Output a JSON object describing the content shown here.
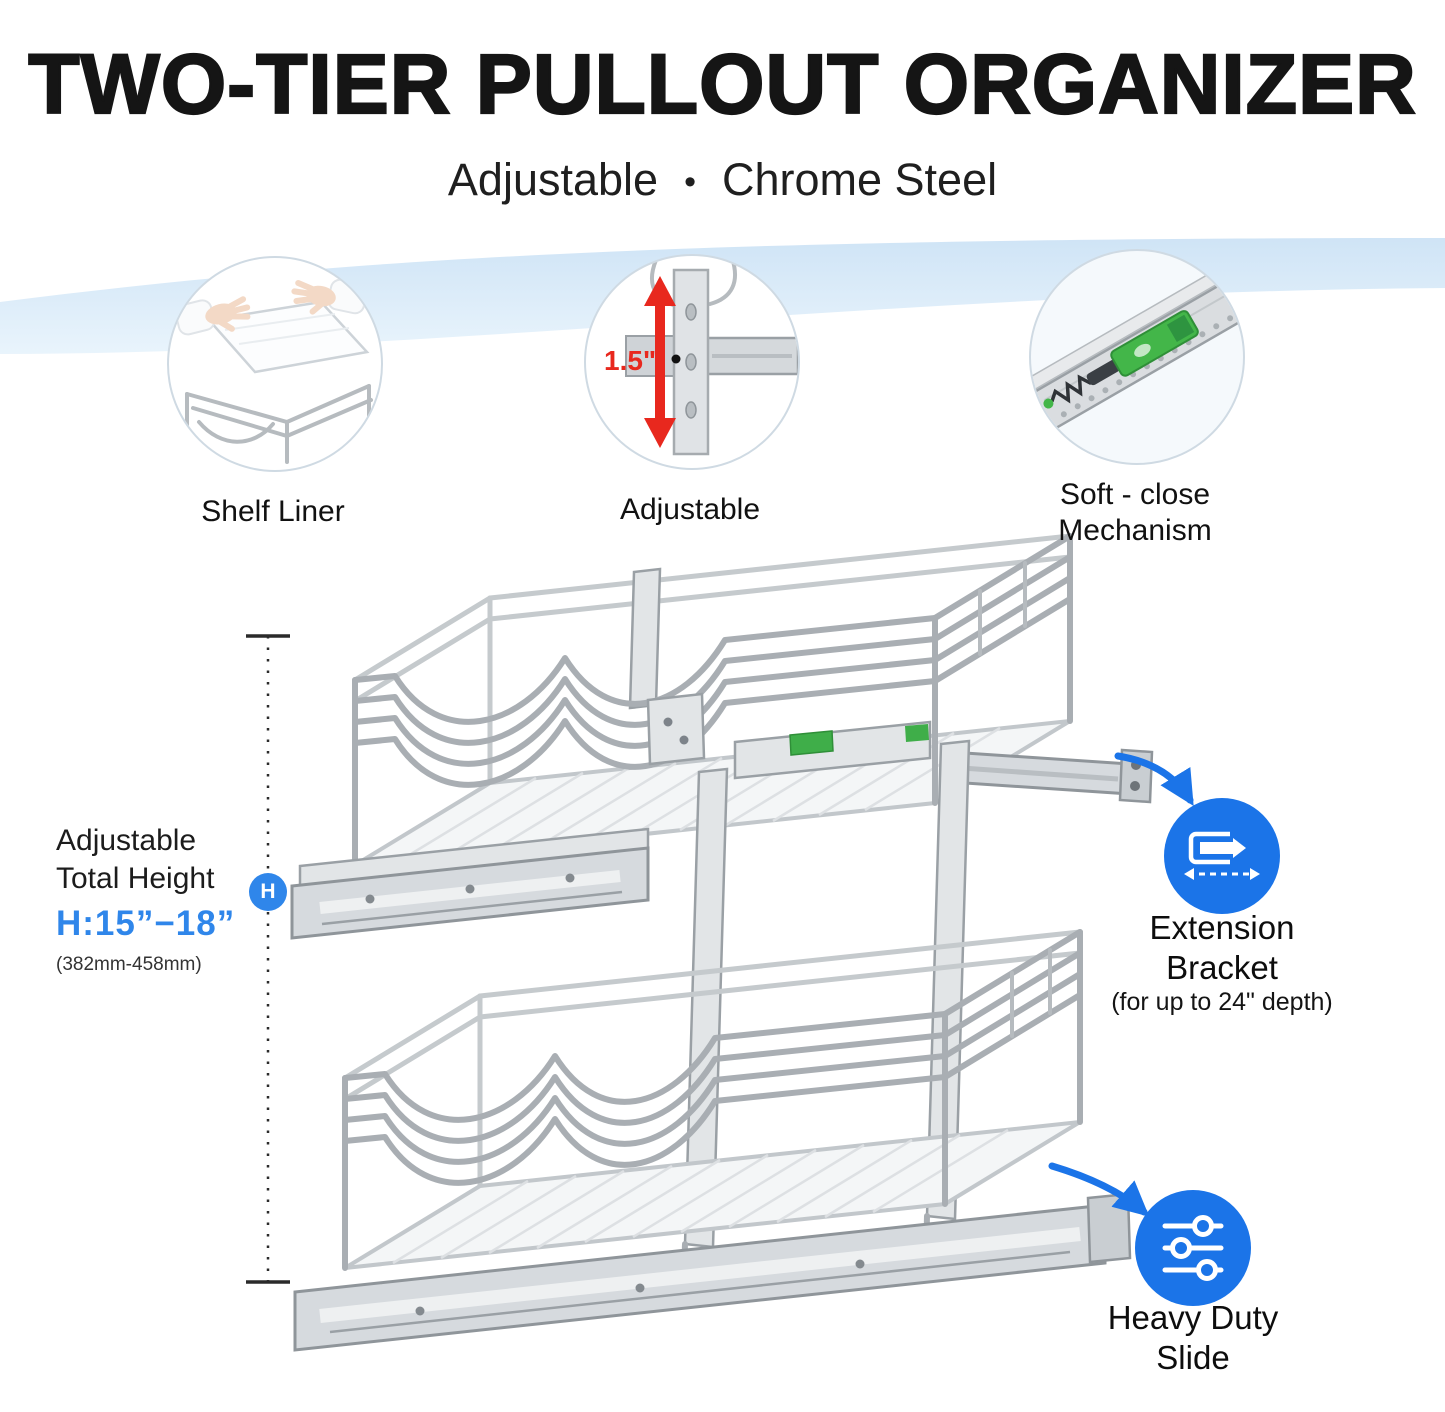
{
  "header": {
    "title": "TWO-TIER PULLOUT ORGANIZER",
    "subtitle": {
      "left": "Adjustable",
      "separator": "•",
      "right": "Chrome Steel"
    }
  },
  "features": [
    {
      "name": "shelf-liner",
      "label": "Shelf Liner",
      "icon": "hands-placing-liner-icon"
    },
    {
      "name": "adjustable",
      "label": "Adjustable",
      "measurement": "1.5\"",
      "icon": "height-adjust-arrows-icon"
    },
    {
      "name": "soft-close",
      "label_line1": "Soft - close",
      "label_line2": "Mechanism",
      "icon": "soft-close-slide-icon"
    }
  ],
  "height_annotation": {
    "line1": "Adjustable",
    "line2": "Total Height",
    "range": "H:15”−18”",
    "metric": "(382mm-458mm)",
    "badge": "H"
  },
  "extension_callout": {
    "line1": "Extension",
    "line2": "Bracket",
    "line3": "(for up to 24\" depth)",
    "icon": "extension-slide-icon"
  },
  "slide_callout": {
    "line1": "Heavy Duty",
    "line2": "Slide",
    "icon": "sliders-icon"
  },
  "colors": {
    "accent_blue": "#1b74e8",
    "height_blue": "#2f86ea",
    "band_blue": "#d4e8f8",
    "arrow_red": "#e8281e",
    "mechanism_green": "#3fae49",
    "chrome_gray": "#a9aeb3",
    "title_black": "#151515"
  }
}
